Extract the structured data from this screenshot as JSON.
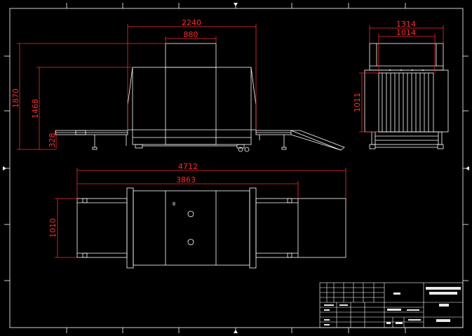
{
  "dimensions": {
    "side_total_width": "2240",
    "side_tunnel_width": "880",
    "side_total_height": "1870",
    "side_tunnel_height": "1468",
    "side_conveyor_height": "328",
    "end_total_width": "1314",
    "end_inner_width": "1014",
    "end_tunnel_height": "1011",
    "top_total_length": "4712",
    "top_roller_length": "3863",
    "top_width": "1010"
  },
  "colors": {
    "background": "#000000",
    "outline": "#ffffff",
    "dimension": "#ff2a2a"
  }
}
